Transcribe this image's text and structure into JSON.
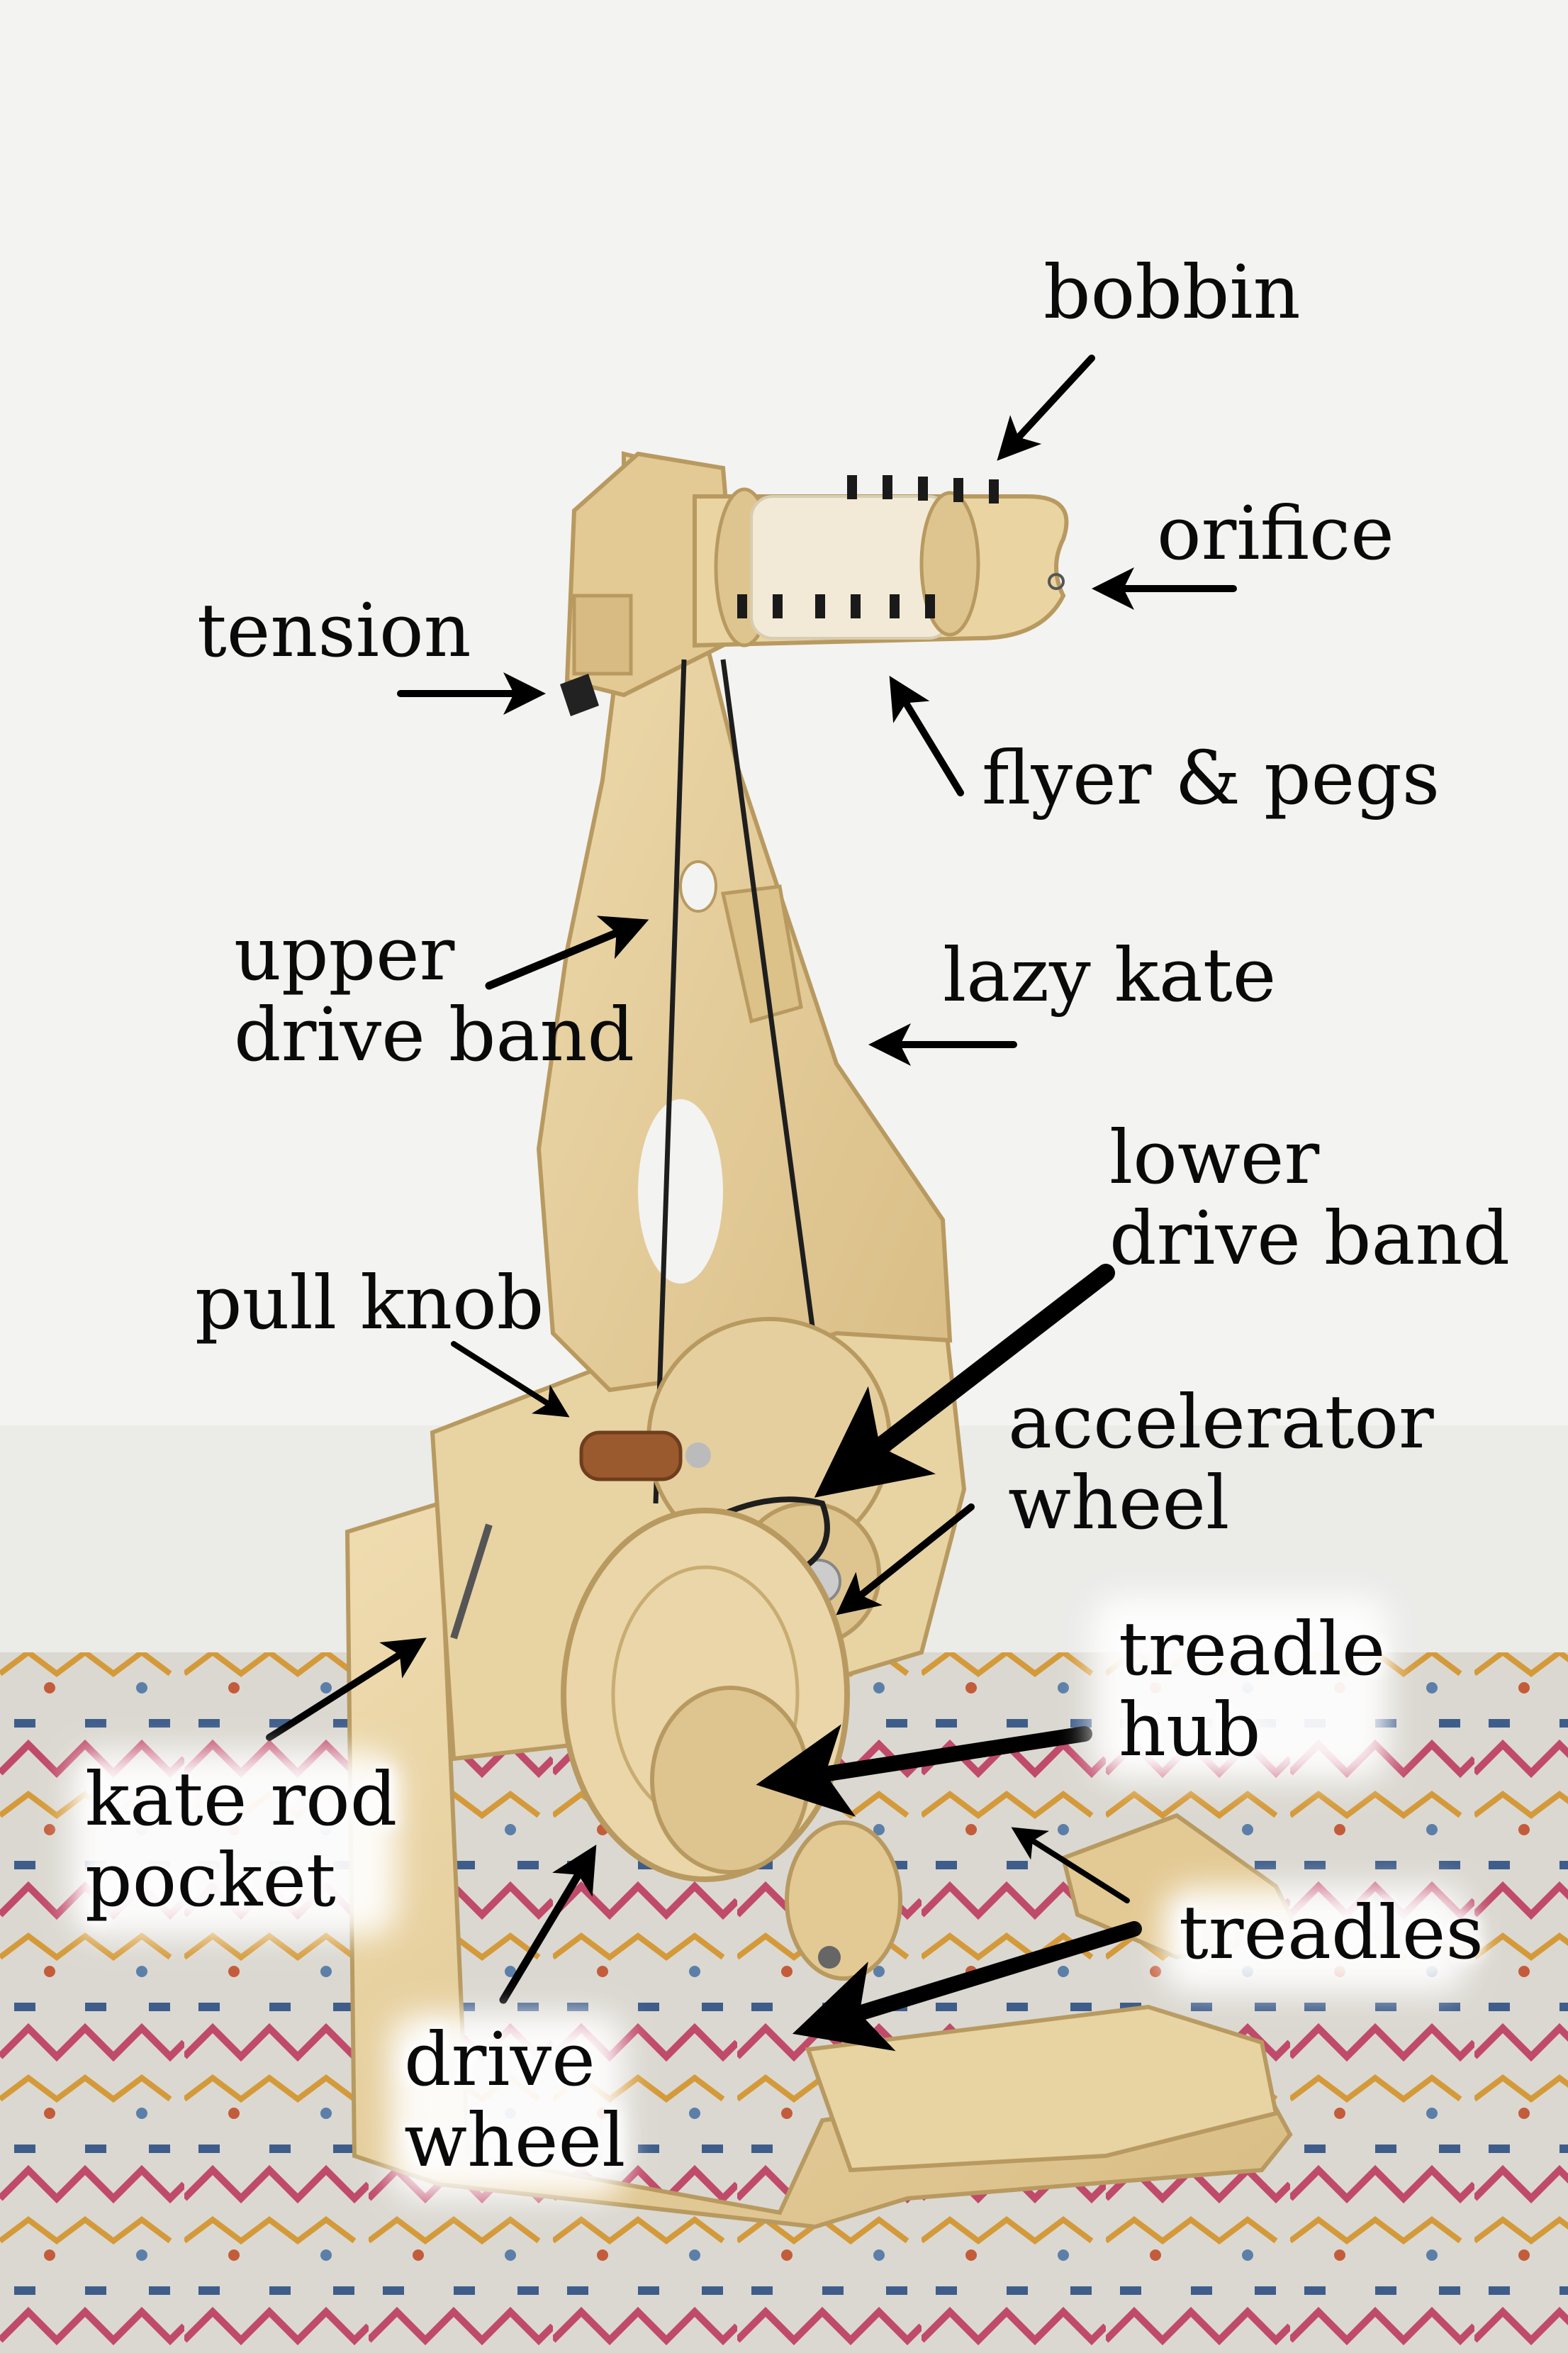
{
  "labels": {
    "bobbin": "bobbin",
    "orifice": "orifice",
    "tension": "tension",
    "flyer_pegs": "flyer & pegs",
    "upper_drive_band": [
      "upper",
      "drive band"
    ],
    "lazy_kate": "lazy kate",
    "lower_drive_band": [
      "lower",
      "drive band"
    ],
    "pull_knob": "pull knob",
    "accelerator_wheel": [
      "accelerator",
      "wheel"
    ],
    "treadle_hub": [
      "treadle",
      "hub"
    ],
    "kate_rod_pocket": [
      "kate rod",
      "pocket"
    ],
    "treadles": "treadles",
    "drive_wheel": [
      "drive",
      "wheel"
    ]
  },
  "colors": {
    "wall": "#f3f3f1",
    "baseboard": "#ebebe8",
    "rug": "#d9d7d1",
    "wood": "#e6cf9e",
    "wood_dark": "#c9ac72",
    "band": "#1e1e1e",
    "arrow": "#000000"
  }
}
